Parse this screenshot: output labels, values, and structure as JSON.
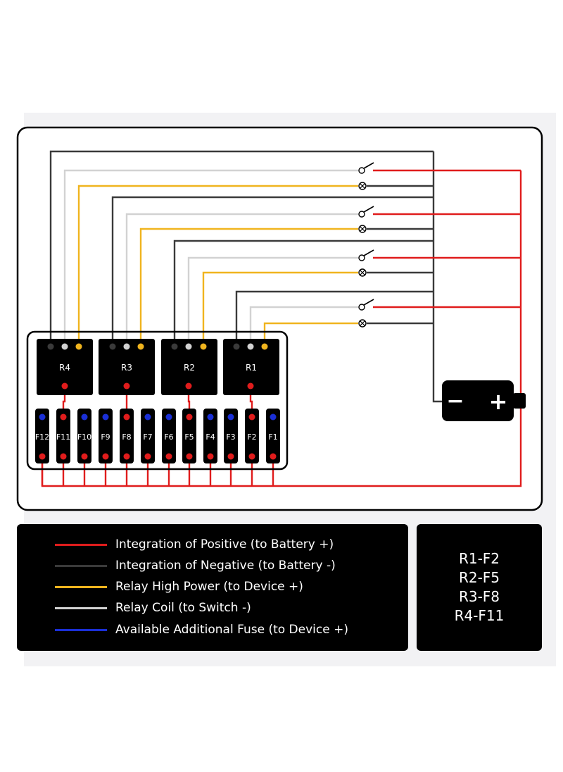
{
  "colors": {
    "positive": "#e01c1c",
    "negative": "#3a3a3a",
    "high_power": "#f0b41e",
    "coil": "#d2d2d2",
    "additional": "#1a2fd6",
    "box": "#000000"
  },
  "relays": [
    "R4",
    "R3",
    "R2",
    "R1"
  ],
  "fuses": [
    {
      "label": "F12",
      "dot": "blue"
    },
    {
      "label": "F11",
      "dot": "red"
    },
    {
      "label": "F10",
      "dot": "blue"
    },
    {
      "label": "F9",
      "dot": "blue"
    },
    {
      "label": "F8",
      "dot": "red"
    },
    {
      "label": "F7",
      "dot": "blue"
    },
    {
      "label": "F6",
      "dot": "blue"
    },
    {
      "label": "F5",
      "dot": "red"
    },
    {
      "label": "F4",
      "dot": "blue"
    },
    {
      "label": "F3",
      "dot": "blue"
    },
    {
      "label": "F2",
      "dot": "red"
    },
    {
      "label": "F1",
      "dot": "blue"
    }
  ],
  "battery": {
    "minus": "−",
    "plus": "+"
  },
  "legend": [
    {
      "color": "#e01c1c",
      "label": "Integration of Positive (to Battery +)"
    },
    {
      "color": "#3a3a3a",
      "label": "Integration of Negative (to Battery -)"
    },
    {
      "color": "#f0b41e",
      "label": "Relay High Power (to Device +)"
    },
    {
      "color": "#d2d2d2",
      "label": "Relay Coil (to Switch -)"
    },
    {
      "color": "#1a2fd6",
      "label": "Available Additional Fuse (to Device +)"
    }
  ],
  "mapping": [
    "R1-F2",
    "R2-F5",
    "R3-F8",
    "R4-F11"
  ]
}
